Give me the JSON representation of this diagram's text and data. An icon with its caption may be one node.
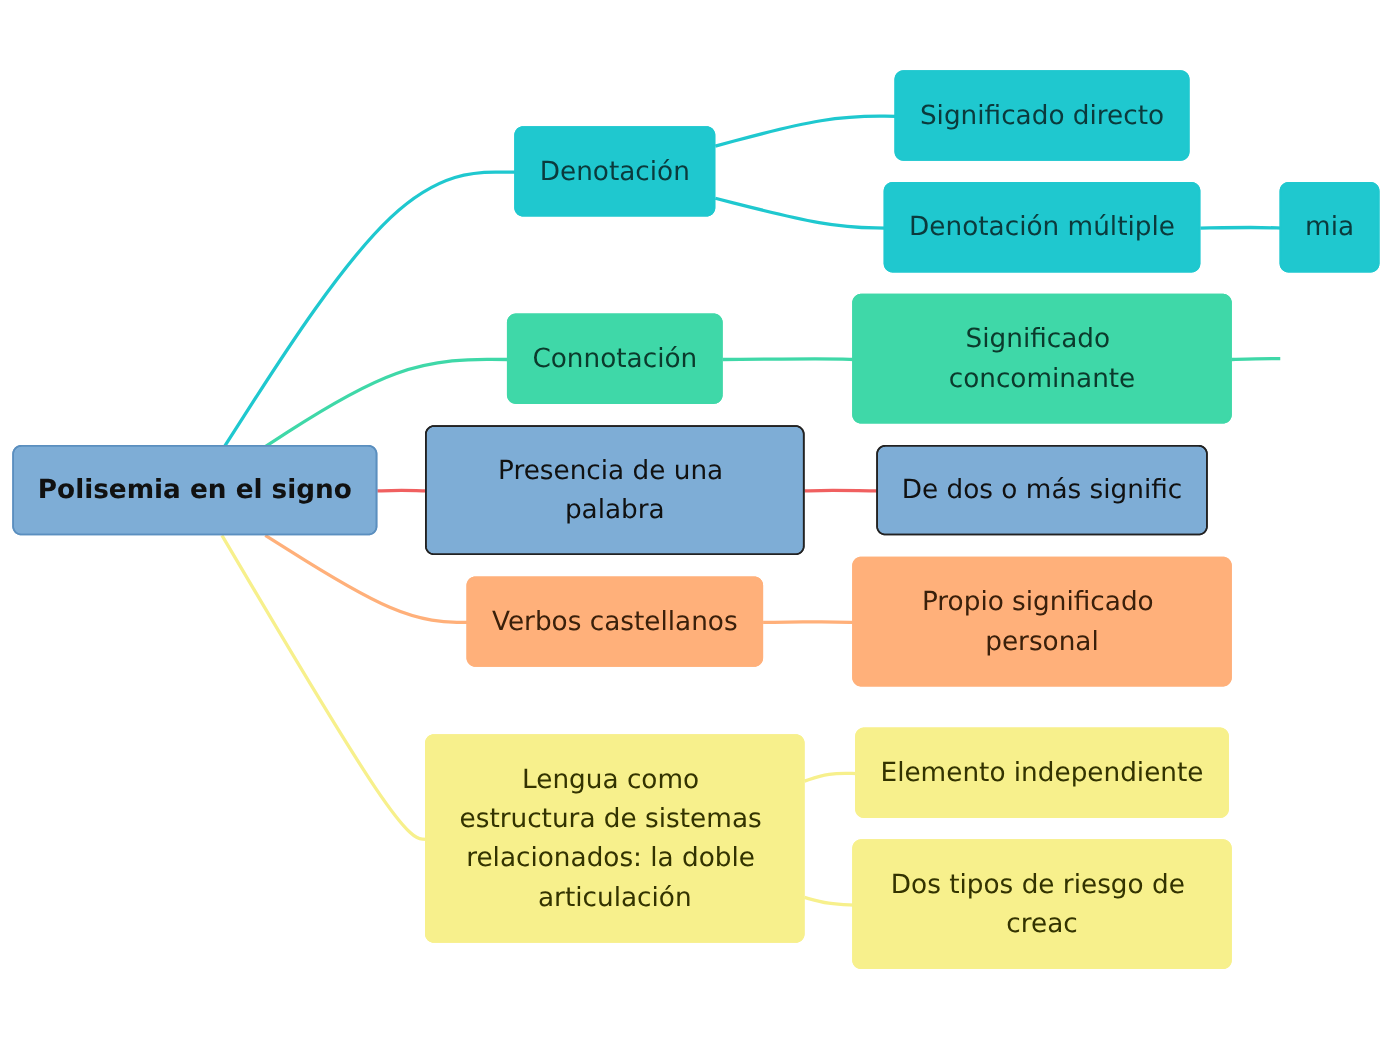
{
  "diagram": {
    "nodes": [
      {
        "text": [
          "Polisemia en el signo"
        ]
      },
      {
        "text": [
          "Denotación"
        ]
      },
      {
        "text": [
          "Significado directo"
        ]
      },
      {
        "text": [
          "Denotación múltiple"
        ]
      },
      {
        "text": [
          "mia"
        ]
      },
      {
        "text": [
          "Connotación"
        ]
      },
      {
        "text": [
          "Significado concominante"
        ]
      },
      {
        "text": [
          "Presencia de una palabra"
        ]
      },
      {
        "text": [
          "De dos o más signific"
        ]
      },
      {
        "text": [
          "Verbos castellanos"
        ]
      },
      {
        "text": [
          "Propio significado personal"
        ]
      },
      {
        "text": [
          "Lengua como estructura de sistemas relacionados: la doble articulación"
        ]
      },
      {
        "text": [
          "Elemento independiente"
        ]
      },
      {
        "text": [
          "Dos tipos de riesgo de creac"
        ]
      }
    ],
    "edges": [
      {
        "from": 0,
        "to": 1,
        "arrow": "none",
        "color": "#1fc8cf"
      },
      {
        "from": 1,
        "to": 2,
        "arrow": "none",
        "color": "#1fc8cf"
      },
      {
        "from": 1,
        "to": 3,
        "arrow": "none",
        "color": "#1fc8cf"
      },
      {
        "from": 3,
        "to": 4,
        "arrow": "none",
        "color": "#1fc8cf"
      },
      {
        "from": 0,
        "to": 5,
        "arrow": "none",
        "color": "#3fd8a8"
      },
      {
        "from": 5,
        "to": 6,
        "arrow": "none",
        "color": "#3fd8a8"
      },
      {
        "from": 6,
        "to": null,
        "arrow": "none",
        "color": "#3fd8a8"
      },
      {
        "from": 0,
        "to": 7,
        "arrow": "none",
        "color": "#f06060"
      },
      {
        "from": 7,
        "to": 8,
        "arrow": "none",
        "color": "#f06060"
      },
      {
        "from": 0,
        "to": 9,
        "arrow": "none",
        "color": "#ffb07a"
      },
      {
        "from": 9,
        "to": 10,
        "arrow": "none",
        "color": "#ffb07a"
      },
      {
        "from": 0,
        "to": 11,
        "arrow": "none",
        "color": "#f7f08c"
      },
      {
        "from": 11,
        "to": 12,
        "arrow": "none",
        "color": "#f7f08c"
      },
      {
        "from": 11,
        "to": 13,
        "arrow": "none",
        "color": "#f7f08c"
      }
    ]
  }
}
